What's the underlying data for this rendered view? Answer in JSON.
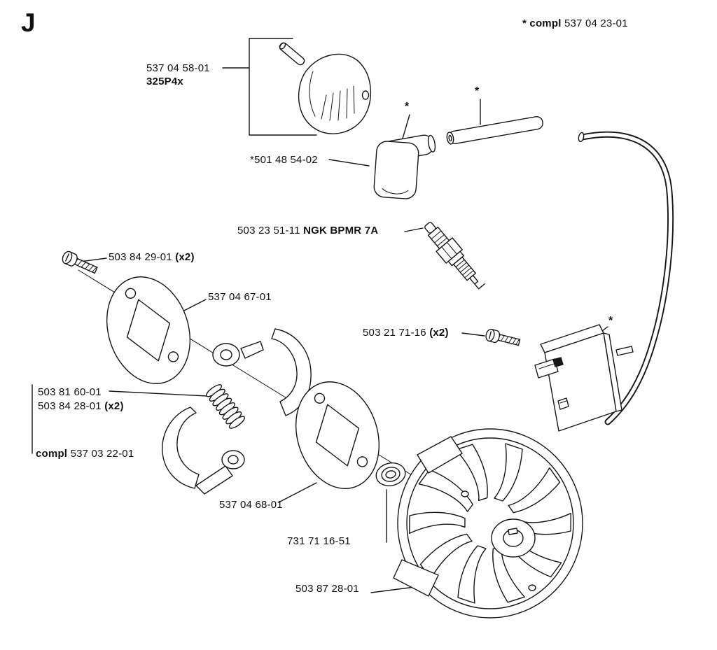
{
  "page": {
    "section_letter": "J",
    "ink_color": "#161616",
    "background": "#ffffff"
  },
  "marks": {
    "asterisk": "*"
  },
  "labels": {
    "top_assembly": {
      "bold": "* compl",
      "number": "537 04 23-01"
    },
    "cylinder_cover": {
      "number": "537 04 58-01",
      "model": "325P4x"
    },
    "spark_plug_boot": {
      "number": "*501 48 54-02"
    },
    "spark_plug": {
      "number": "503 23 51-11",
      "name": "NGK BPMR 7A"
    },
    "cover_screw": {
      "number": "503 84 29-01",
      "qty": "(x2)"
    },
    "front_clutch_washer": {
      "number": "537 04 67-01"
    },
    "module_screw": {
      "number": "503 21 71-16",
      "qty": "(x2)"
    },
    "clutch_spring": {
      "number": "503 81 60-01"
    },
    "clutch_spring_alt": {
      "number": "503 84 28-01",
      "qty": "(x2)"
    },
    "clutch_assembly": {
      "bold": "compl",
      "number": "537 03 22-01"
    },
    "rear_clutch_washer": {
      "number": "537 04 68-01"
    },
    "flywheel_nut": {
      "number": "731 71 16-51"
    },
    "flywheel": {
      "number": "503 87 28-01"
    }
  }
}
